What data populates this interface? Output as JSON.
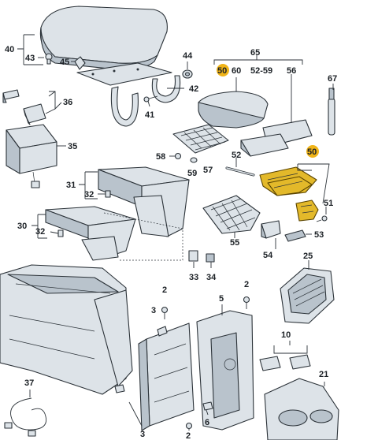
{
  "diagram": {
    "labels": {
      "l40": "40",
      "l43": "43",
      "l45": "45",
      "l44": "44",
      "l42": "42",
      "l41": "41",
      "l36": "36",
      "l35": "35",
      "l31": "31",
      "l32a": "32",
      "l30": "30",
      "l32b": "32",
      "l65": "65",
      "l50a": "50",
      "l60": "60",
      "l5259": "52-59",
      "l56": "56",
      "l67": "67",
      "l58": "58",
      "l57": "57",
      "l59": "59",
      "l52": "52",
      "l50b": "50",
      "l51": "51",
      "l55": "55",
      "l54": "54",
      "l53": "53",
      "l33": "33",
      "l34": "34",
      "l25": "25",
      "l2a": "2",
      "l2b": "2",
      "l3a": "3",
      "l5": "5",
      "l10": "10",
      "l21": "21",
      "l37": "37",
      "l3b": "3",
      "l6": "6",
      "l2c": "2"
    },
    "highlight_color": "#f0b418"
  }
}
